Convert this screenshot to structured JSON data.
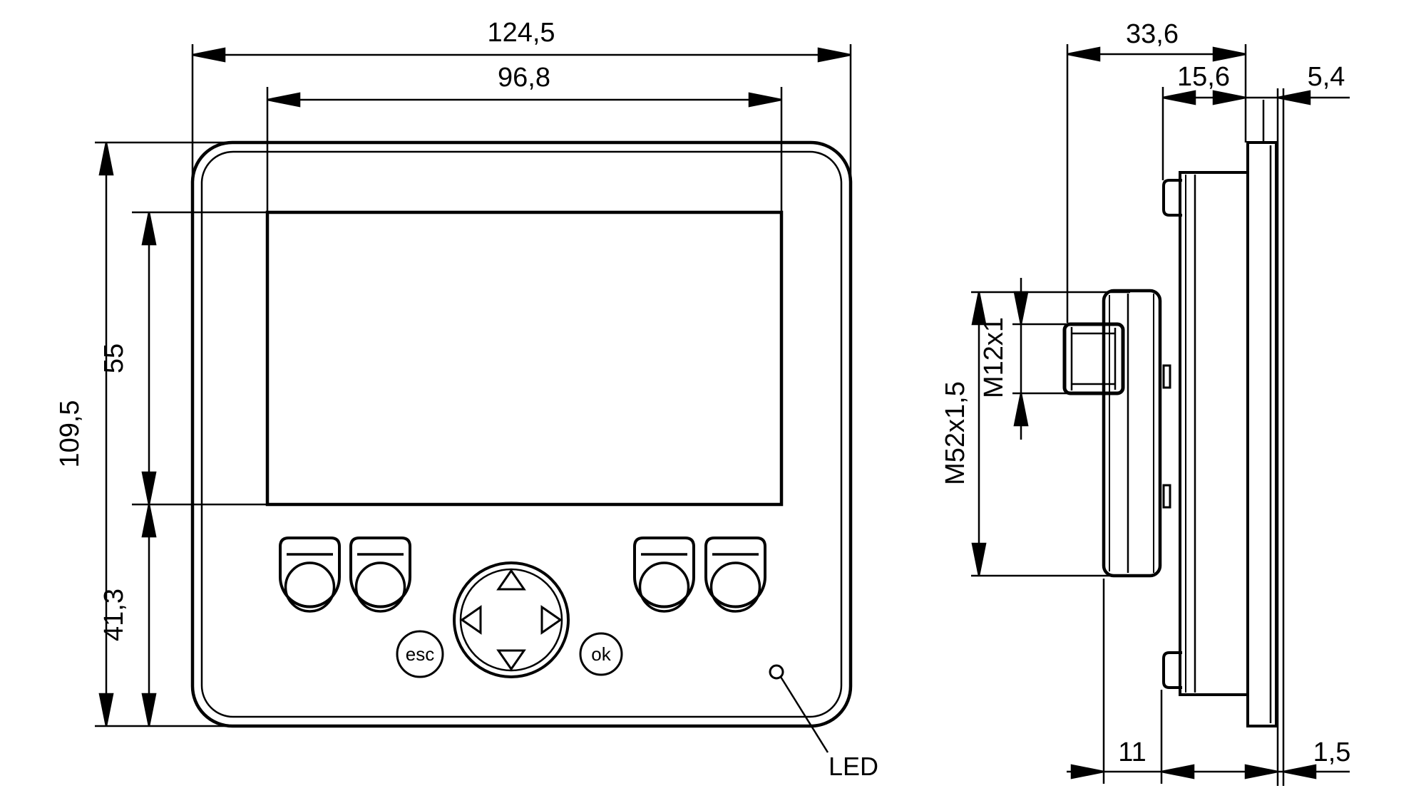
{
  "drawing": {
    "title": "panel-mount display dimensional drawing",
    "colors": {
      "line": "#000000",
      "background": "#ffffff"
    },
    "front_view": {
      "dimensions": {
        "overall_width": "124,5",
        "display_width": "96,8",
        "overall_height": "109,5",
        "display_height": "55",
        "lower_section_height": "41,3"
      },
      "buttons": {
        "esc": "esc",
        "ok": "ok"
      },
      "led_label": "LED"
    },
    "side_view": {
      "dimensions": {
        "total_depth": "33,6",
        "rear_depth": "15,6",
        "front_protrusion": "5,4",
        "connector_boss_depth": "11",
        "panel_thickness": "1,5",
        "connector_thread": "M12x1",
        "mounting_thread": "M52x1,5"
      }
    }
  }
}
